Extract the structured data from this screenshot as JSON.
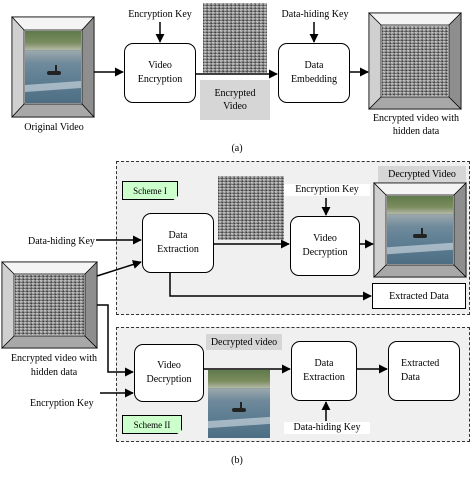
{
  "panel_a": {
    "original_video": "Original Video",
    "encryption_key": "Encryption Key",
    "video_encryption": [
      "Video",
      "Encryption"
    ],
    "encrypted_video": [
      "Encrypted",
      "Video"
    ],
    "data_hiding_key": "Data-hiding Key",
    "data_embedding": [
      "Data",
      "Embedding"
    ],
    "encrypted_with_hidden": [
      "Encrypted video with",
      "hidden data"
    ],
    "caption": "(a)"
  },
  "panel_b": {
    "scheme1": "Scheme I",
    "data_hiding_key_left": "Data-hiding Key",
    "data_extraction": [
      "Data",
      "Extraction"
    ],
    "encryption_key": "Encryption Key",
    "video_decryption": [
      "Video",
      "Decryption"
    ],
    "decrypted_video_1": "Decrypted Video",
    "extracted_data_1": "Extracted Data",
    "encrypted_with_hidden": [
      "Encrypted video with",
      "hidden data"
    ],
    "encryption_key_left": "Encryption Key",
    "video_decryption_2": [
      "Video",
      "Decryption"
    ],
    "decrypted_video_2": "Decrypted video",
    "data_extraction_2": [
      "Data",
      "Extraction"
    ],
    "extracted_data_2": [
      "Extracted",
      "Data"
    ],
    "data_hiding_key_bottom": "Data-hiding Key",
    "scheme2": "Scheme II",
    "caption": "(b)"
  }
}
